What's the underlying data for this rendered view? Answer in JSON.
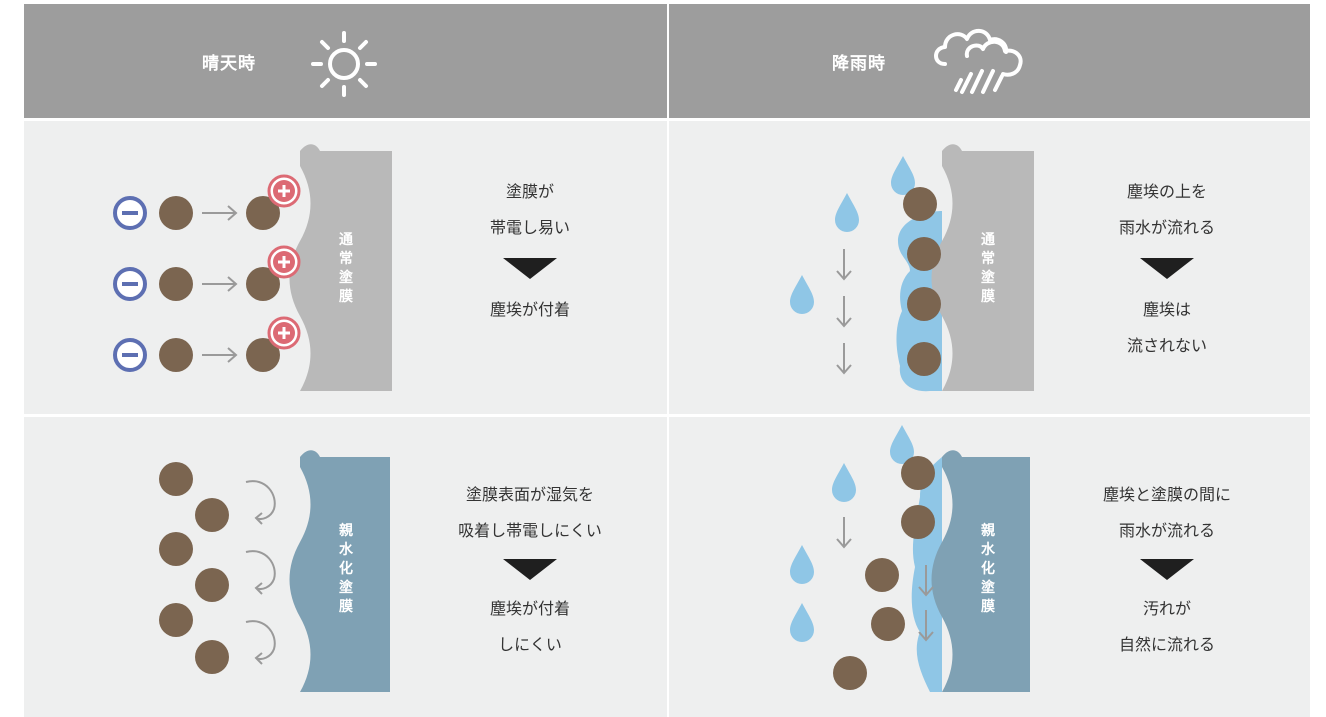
{
  "headers": {
    "sunny": {
      "title": "晴天時",
      "icon": "sun-icon"
    },
    "rainy": {
      "title": "降雨時",
      "icon": "rain-cloud-icon"
    }
  },
  "cells": {
    "sunny_normal": {
      "film_label": "通常塗膜",
      "caption_top": [
        "塗膜が",
        "帯電し易い"
      ],
      "caption_bottom": [
        "塵埃が付着"
      ]
    },
    "rainy_normal": {
      "film_label": "通常塗膜",
      "caption_top": [
        "塵埃の上を",
        "雨水が流れる"
      ],
      "caption_bottom": [
        "塵埃は",
        "流されない"
      ]
    },
    "sunny_hydro": {
      "film_label": "親水化塗膜",
      "caption_top": [
        "塗膜表面が湿気を",
        "吸着し帯電しにくい"
      ],
      "caption_bottom": [
        "塵埃が付着",
        "しにくい"
      ]
    },
    "rainy_hydro": {
      "film_label": "親水化塗膜",
      "caption_top": [
        "塵埃と塗膜の間に",
        "雨水が流れる"
      ],
      "caption_bottom": [
        "汚れが",
        "自然に流れる"
      ]
    }
  },
  "colors": {
    "header_bg": "#9d9d9d",
    "panel_bg": "#eeefef",
    "dust": "#7b6550",
    "water": "#8fc6e6",
    "minus_ring": "#5d6fb2",
    "plus": "#dc6a74",
    "normal_film": "#b9b9b9",
    "hydro_film": "#7fa1b4",
    "arrow": "#9a9a9a"
  }
}
